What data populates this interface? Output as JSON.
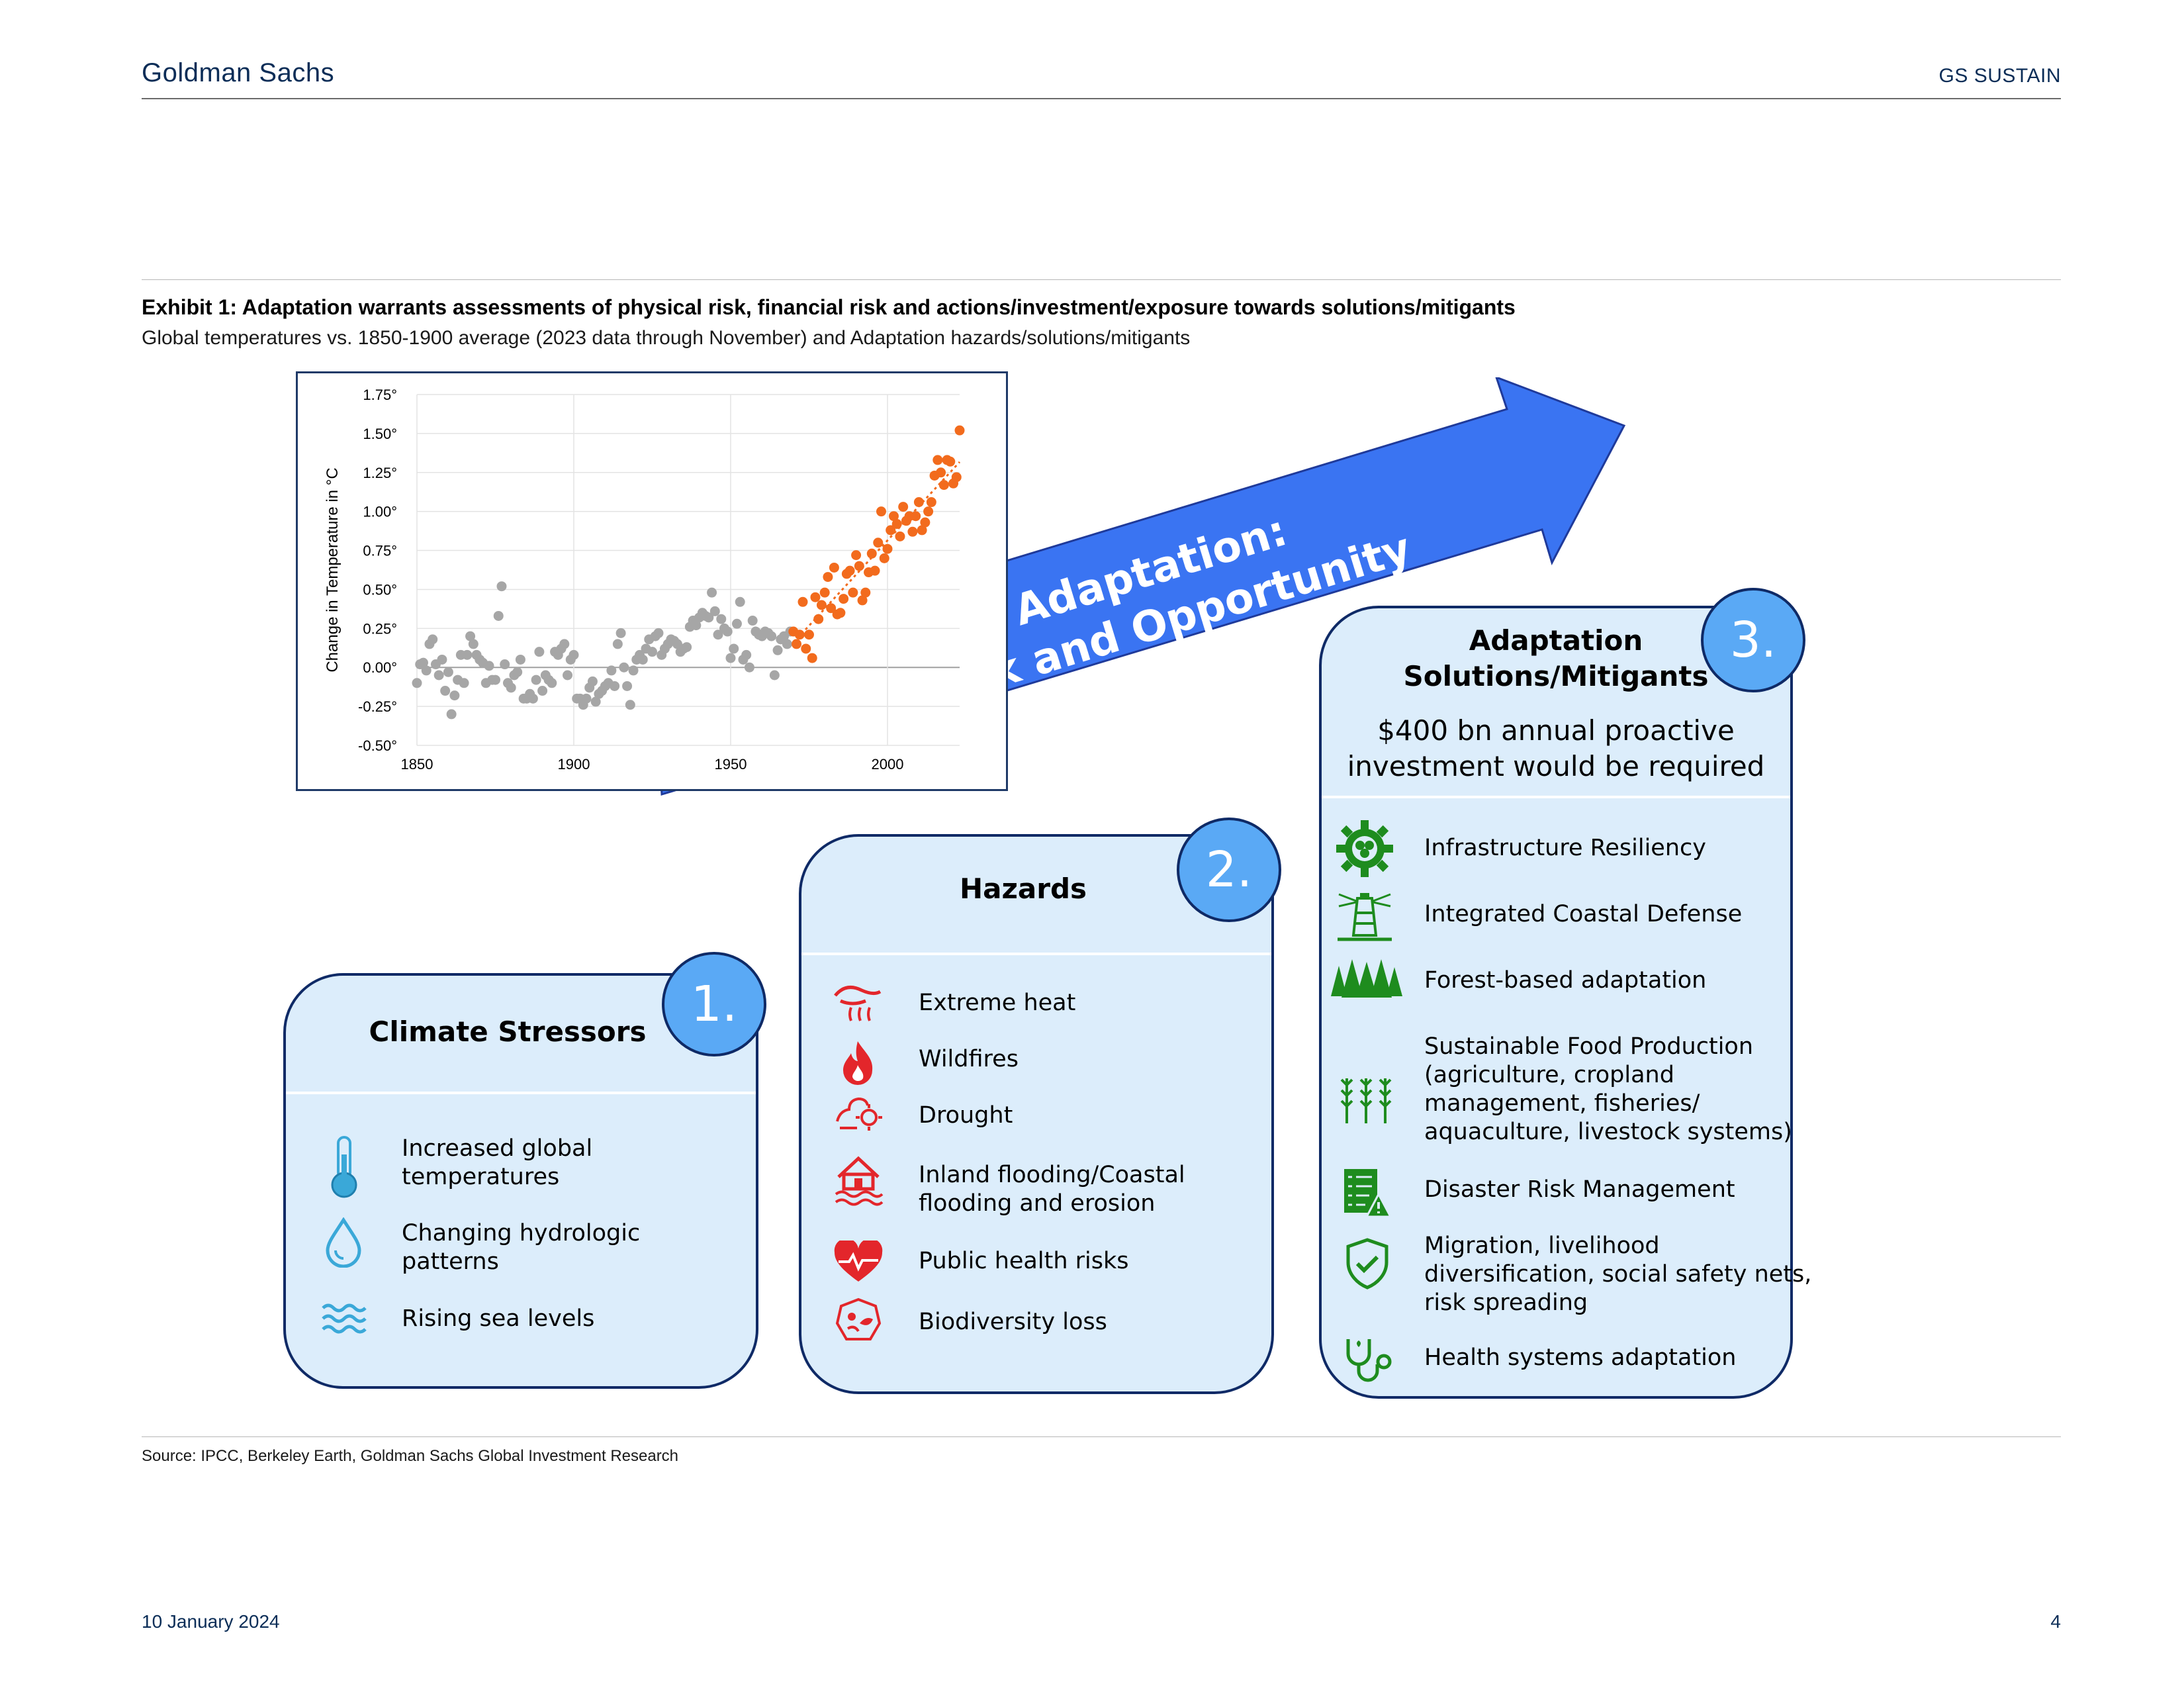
{
  "header": {
    "brand": "Goldman Sachs",
    "section": "GS SUSTAIN"
  },
  "exhibit": {
    "title": "Exhibit 1: Adaptation warrants assessments of physical risk, financial risk and actions/investment/exposure towards solutions/mitigants",
    "subtitle": "Global temperatures vs. 1850-1900 average (2023 data through November) and Adaptation hazards/solutions/mitigants"
  },
  "chart_data": {
    "type": "scatter",
    "ylabel": "Change in Temperature in °C",
    "xlabel": "",
    "xlim": [
      1850,
      2023
    ],
    "ylim": [
      -0.5,
      1.75
    ],
    "x_ticks": [
      "1850",
      "1900",
      "1950",
      "2000"
    ],
    "y_ticks": [
      "1.75°",
      "1.50°",
      "1.25°",
      "1.00°",
      "0.75°",
      "0.50°",
      "0.25°",
      "0.00°",
      "-0.25°",
      "-0.50°"
    ],
    "grid": true,
    "colors": {
      "historical": "#a6a6a6",
      "recent": "#f26b1d"
    },
    "series": [
      {
        "x": [
          1850,
          1851,
          1852,
          1853,
          1854,
          1855,
          1856,
          1857,
          1858,
          1859,
          1860,
          1861,
          1862,
          1863,
          1864,
          1865,
          1866,
          1867,
          1868,
          1869,
          1870,
          1871,
          1872,
          1873,
          1874,
          1875,
          1876,
          1877,
          1878,
          1879,
          1880,
          1881,
          1882,
          1883,
          1884,
          1885,
          1886,
          1887,
          1888,
          1889,
          1890,
          1891,
          1892,
          1893,
          1894,
          1895,
          1896,
          1897,
          1898,
          1899,
          1900,
          1901,
          1902,
          1903,
          1904,
          1905,
          1906,
          1907,
          1908,
          1909,
          1910,
          1911,
          1912,
          1913,
          1914,
          1915,
          1916,
          1917,
          1918,
          1919,
          1920,
          1921,
          1922,
          1923,
          1924,
          1925,
          1926,
          1927,
          1928,
          1929,
          1930,
          1931,
          1932,
          1933,
          1934,
          1935,
          1936,
          1937,
          1938,
          1939,
          1940,
          1941,
          1942,
          1943,
          1944,
          1945,
          1946,
          1947,
          1948,
          1949,
          1950,
          1951,
          1952,
          1953,
          1954,
          1955,
          1956,
          1957,
          1958,
          1959,
          1960,
          1961,
          1962,
          1963,
          1964,
          1965,
          1966,
          1967,
          1968,
          1969
        ],
        "values": [
          -0.1,
          0.02,
          0.03,
          -0.02,
          0.15,
          0.18,
          0.02,
          -0.05,
          0.05,
          -0.15,
          -0.03,
          -0.3,
          -0.18,
          -0.08,
          0.08,
          -0.1,
          0.08,
          0.2,
          0.15,
          0.08,
          0.05,
          0.03,
          -0.1,
          0.01,
          -0.08,
          -0.08,
          0.33,
          0.52,
          0.02,
          -0.1,
          -0.13,
          -0.05,
          -0.03,
          0.05,
          -0.2,
          -0.2,
          -0.17,
          -0.2,
          -0.08,
          0.1,
          -0.15,
          -0.05,
          -0.08,
          -0.1,
          0.1,
          0.08,
          0.12,
          0.15,
          -0.05,
          0.05,
          0.08,
          -0.2,
          -0.2,
          -0.24,
          -0.2,
          -0.13,
          -0.09,
          -0.22,
          -0.17,
          -0.15,
          -0.12,
          -0.1,
          -0.02,
          -0.12,
          0.15,
          0.22,
          0.0,
          -0.12,
          -0.24,
          -0.02,
          0.05,
          0.08,
          0.05,
          0.12,
          0.18,
          0.1,
          0.2,
          0.22,
          0.08,
          0.12,
          0.15,
          0.18,
          0.17,
          0.15,
          0.1,
          0.12,
          0.13,
          0.26,
          0.3,
          0.27,
          0.32,
          0.35,
          0.33,
          0.32,
          0.48,
          0.36,
          0.21,
          0.31,
          0.25,
          0.23,
          0.06,
          0.12,
          0.28,
          0.42,
          0.05,
          0.08,
          0.0,
          0.3,
          0.23,
          0.21,
          0.2,
          0.23,
          0.22,
          0.2,
          -0.05,
          0.11,
          0.18,
          0.2,
          0.15,
          0.23
        ]
      },
      {
        "x": [
          1970,
          1971,
          1972,
          1973,
          1974,
          1975,
          1976,
          1977,
          1978,
          1979,
          1980,
          1981,
          1982,
          1983,
          1984,
          1985,
          1986,
          1987,
          1988,
          1989,
          1990,
          1991,
          1992,
          1993,
          1994,
          1995,
          1996,
          1997,
          1998,
          1999,
          2000,
          2001,
          2002,
          2003,
          2004,
          2005,
          2006,
          2007,
          2008,
          2009,
          2010,
          2011,
          2012,
          2013,
          2014,
          2015,
          2016,
          2017,
          2018,
          2019,
          2020,
          2021,
          2022,
          2023
        ],
        "values": [
          0.23,
          0.15,
          0.21,
          0.42,
          0.12,
          0.21,
          0.06,
          0.45,
          0.31,
          0.4,
          0.48,
          0.58,
          0.38,
          0.64,
          0.34,
          0.35,
          0.44,
          0.6,
          0.62,
          0.48,
          0.72,
          0.65,
          0.43,
          0.48,
          0.61,
          0.73,
          0.62,
          0.8,
          1.0,
          0.7,
          0.76,
          0.88,
          0.97,
          0.92,
          0.84,
          1.03,
          0.94,
          0.97,
          0.87,
          0.97,
          1.06,
          0.88,
          0.93,
          1.0,
          1.06,
          1.23,
          1.33,
          1.25,
          1.17,
          1.33,
          1.32,
          1.18,
          1.22,
          1.52
        ]
      }
    ]
  },
  "arrow": {
    "line1": "Adaptation:",
    "line2": "Risk and Opportunity"
  },
  "card1": {
    "title": "Climate Stressors",
    "badge": "1.",
    "items": [
      {
        "icon": "thermometer-icon",
        "label": "Increased global\ntemperatures"
      },
      {
        "icon": "water-drop-icon",
        "label": "Changing hydrologic\npatterns"
      },
      {
        "icon": "waves-icon",
        "label": "Rising sea levels"
      }
    ]
  },
  "card2": {
    "title": "Hazards",
    "badge": "2.",
    "items": [
      {
        "icon": "heat-icon",
        "label": "Extreme heat"
      },
      {
        "icon": "fire-icon",
        "label": "Wildfires"
      },
      {
        "icon": "drought-icon",
        "label": "Drought"
      },
      {
        "icon": "flood-house-icon",
        "label": "Inland flooding/Coastal\nflooding and erosion"
      },
      {
        "icon": "heart-pulse-icon",
        "label": "Public health risks"
      },
      {
        "icon": "biodiversity-icon",
        "label": "Biodiversity loss"
      }
    ]
  },
  "card3": {
    "title": "Adaptation\nSolutions/Mitigants",
    "badge": "3.",
    "investment": "$400 bn annual proactive\ninvestment would be required",
    "items": [
      {
        "icon": "gear-icon",
        "label": "Infrastructure Resiliency"
      },
      {
        "icon": "lighthouse-icon",
        "label": "Integrated Coastal Defense"
      },
      {
        "icon": "forest-icon",
        "label": "Forest-based adaptation"
      },
      {
        "icon": "wheat-icon",
        "label": "Sustainable Food Production\n(agriculture, cropland\nmanagement, fisheries/\naquaculture, livestock systems)"
      },
      {
        "icon": "checklist-warning-icon",
        "label": "Disaster Risk Management"
      },
      {
        "icon": "shield-check-icon",
        "label": "Migration, livelihood\ndiversification, social safety nets,\nrisk spreading"
      },
      {
        "icon": "stethoscope-icon",
        "label": "Health systems adaptation"
      }
    ]
  },
  "source": "Source: IPCC, Berkeley Earth, Goldman Sachs Global Investment Research",
  "footer": {
    "date": "10 January 2024",
    "page": "4"
  }
}
